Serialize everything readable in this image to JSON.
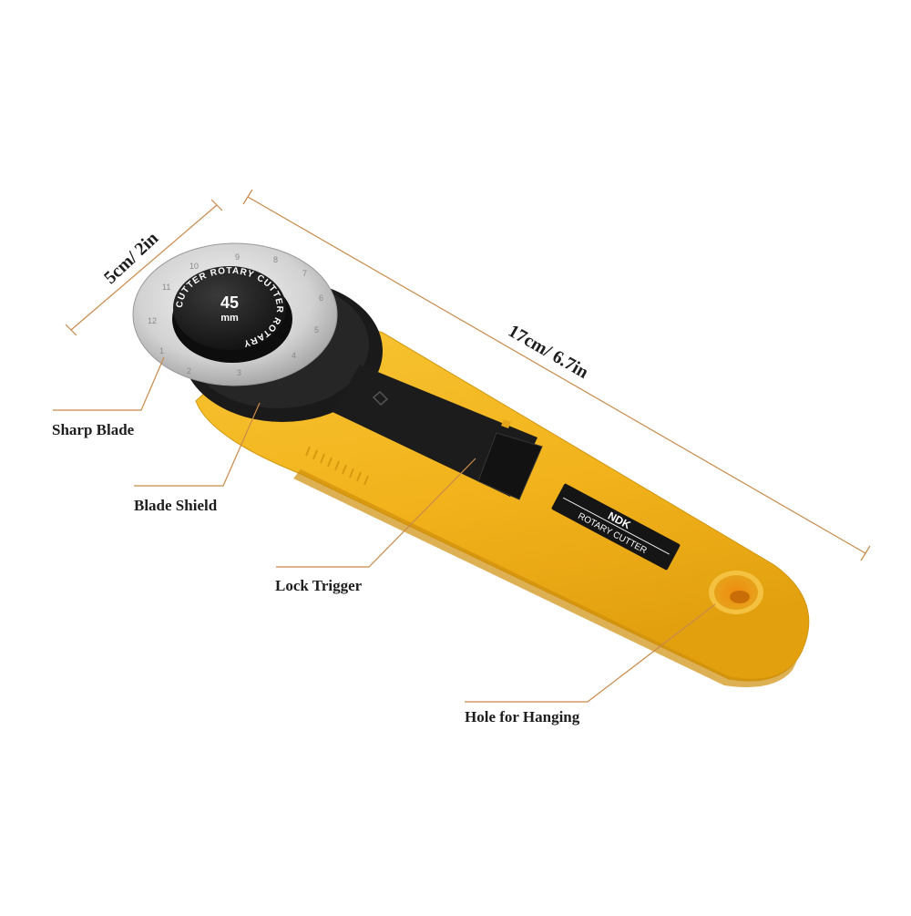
{
  "dimensions": {
    "width_label": "5cm/ 2in",
    "length_label": "17cm/ 6.7in"
  },
  "callouts": [
    {
      "id": "sharp-blade",
      "label": "Sharp Blade"
    },
    {
      "id": "blade-shield",
      "label": "Blade Shield"
    },
    {
      "id": "lock-trigger",
      "label": "Lock Trigger"
    },
    {
      "id": "hole-for-hanging",
      "label": "Hole for Hanging"
    }
  ],
  "product": {
    "hub_text_ring": "CUTTER ROTARY CUTTER ROTARY",
    "hub_size": "45",
    "hub_unit": "mm",
    "brand_plate_brand": "NDK",
    "brand_plate_text": "ROTARY CUTTER",
    "blade_ruler_numbers": [
      "1",
      "2",
      "3",
      "4",
      "5",
      "6",
      "7",
      "8",
      "9",
      "10",
      "11",
      "12"
    ]
  },
  "colors": {
    "handle_yellow": "#f2b31c",
    "handle_shadow": "#d9960f",
    "black_plastic": "#1b1b1b",
    "blade_silver": "#d7d7d7",
    "leader_line": "#c98a4a",
    "label_text": "#1e1e1e"
  }
}
